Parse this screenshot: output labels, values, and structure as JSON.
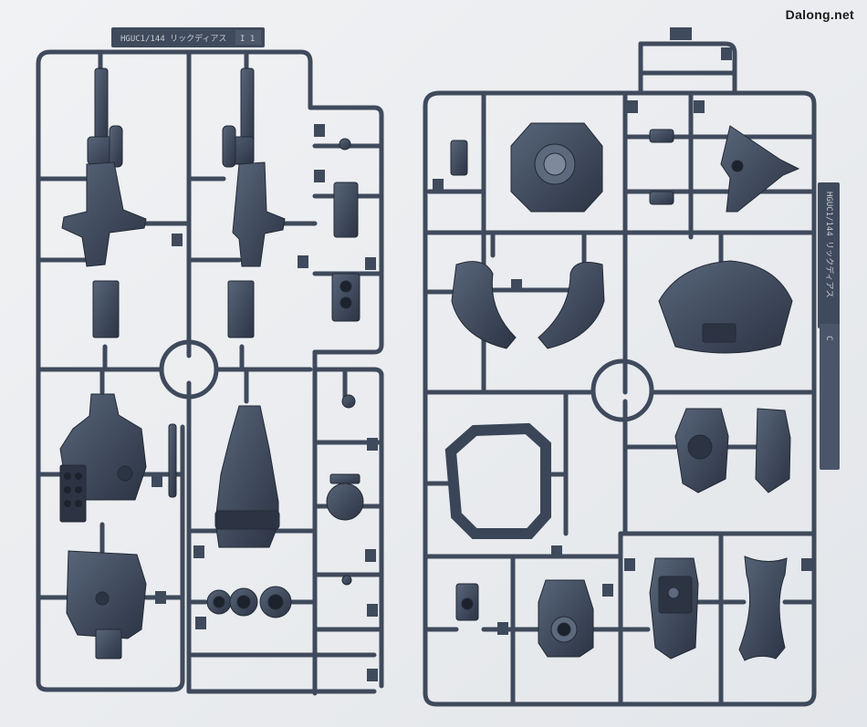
{
  "watermark": "Dalong.net",
  "sprues": {
    "left": {
      "header_text": "HGUC1/144 リックディアス",
      "header_code": "I 1"
    },
    "right": {
      "header_text": "HGUC1/144 リックディアス",
      "header_code": "C"
    }
  },
  "colors": {
    "background": "#e9ebee",
    "plastic": "#3f4a5c",
    "plastic_dark": "#283140",
    "plastic_light": "#5a6678"
  }
}
